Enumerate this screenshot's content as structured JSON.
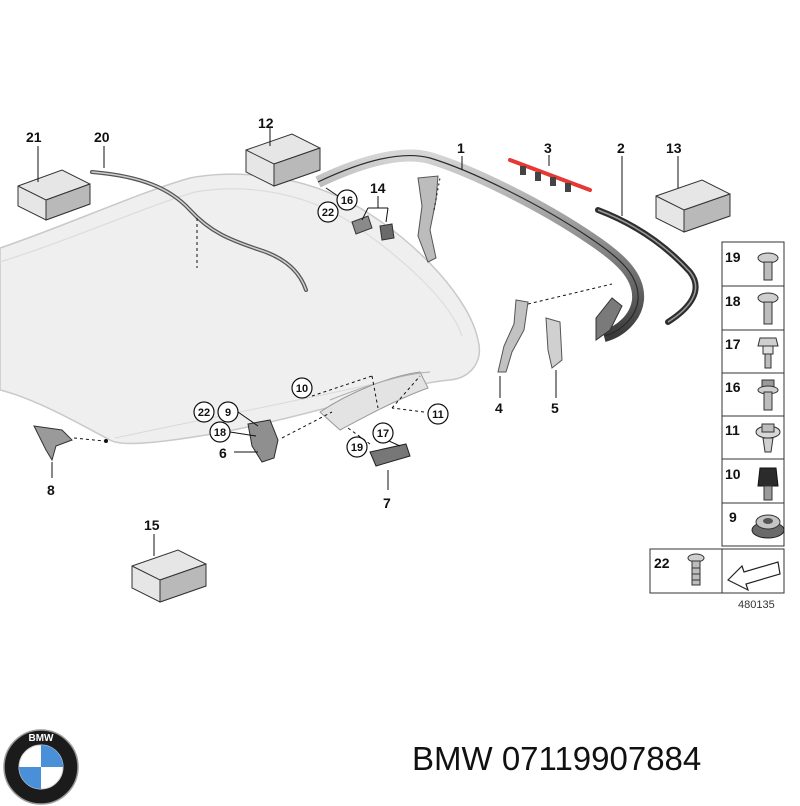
{
  "diagram": {
    "reference_code": "480135",
    "callouts": {
      "c1": "1",
      "c2": "2",
      "c3": "3",
      "c4": "4",
      "c5": "5",
      "c6": "6",
      "c7": "7",
      "c8": "8",
      "c12": "12",
      "c13": "13",
      "c14": "14",
      "c15": "15",
      "c20": "20",
      "c21": "21"
    },
    "circled": {
      "c16": "16",
      "c22a": "22",
      "c10": "10",
      "c11": "11",
      "c22b": "22",
      "c9": "9",
      "c18": "18",
      "c17": "17",
      "c19": "19"
    },
    "legend": [
      {
        "number": "19",
        "part": "flat-head-screw-icon"
      },
      {
        "number": "18",
        "part": "flange-screw-icon"
      },
      {
        "number": "17",
        "part": "hex-bolt-icon"
      },
      {
        "number": "16",
        "part": "collar-bolt-icon"
      },
      {
        "number": "11",
        "part": "expanding-rivet-icon"
      },
      {
        "number": "10",
        "part": "rubber-buffer-icon"
      },
      {
        "number": "9",
        "part": "grommet-icon"
      }
    ],
    "legend_extra": {
      "number": "22",
      "part": "stud-bolt-icon"
    }
  },
  "footer": {
    "brand": "BMW",
    "part_number": "07119907884",
    "logo_letters": "BMW"
  },
  "colors": {
    "roof_fill": "#efefef",
    "box_top": "#e6e6e6",
    "box_side": "#b9b9b9",
    "seal_highlight": "#e53935",
    "logo_blue": "#4a90d9",
    "logo_ring": "#1b1b1b"
  }
}
